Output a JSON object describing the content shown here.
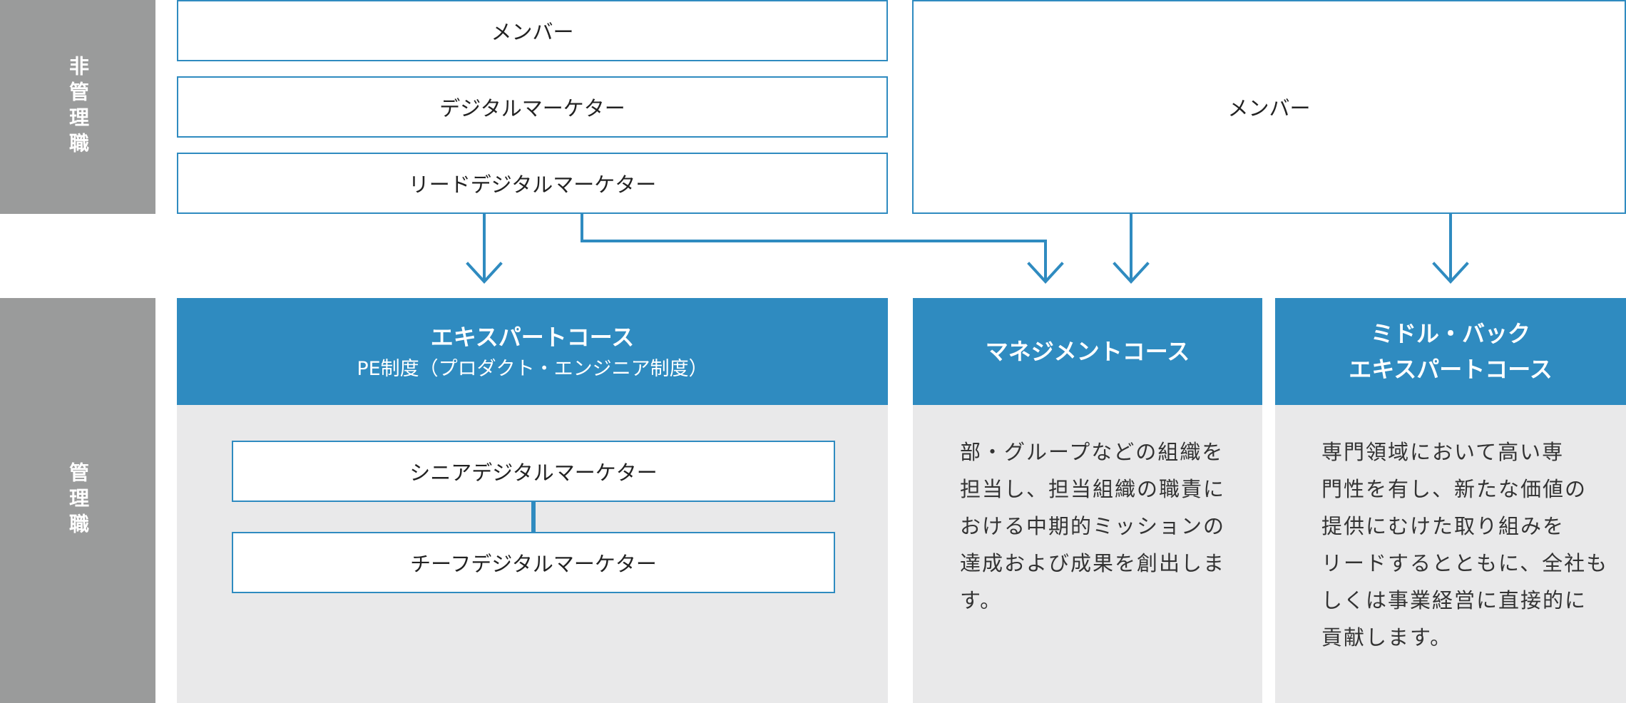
{
  "side_labels": {
    "non_manager": "非管理職",
    "manager": "管理職"
  },
  "non_manager_roles": {
    "member": "メンバー",
    "digital_marketer": "デジタルマーケター",
    "lead_digital_marketer": "リードデジタルマーケター",
    "member_right": "メンバー"
  },
  "expert_course": {
    "title": "エキスパートコース",
    "subtitle": "PE制度（プロダクト・エンジニア制度）",
    "roles": [
      "シニアデジタルマーケター",
      "チーフデジタルマーケター"
    ]
  },
  "management_course": {
    "title": "マネジメントコース",
    "description": "部・グループなどの組織を\n担当し、担当組織の職責に\nおける中期的ミッションの\n達成および成果を創出しま\nす。"
  },
  "middle_back_course": {
    "title_line1": "ミドル・バック",
    "title_line2": "エキスパートコース",
    "description": "専門領域において高い専\n門性を有し、新たな価値の\n提供にむけた取り組みを\nリードするとともに、全社も\nしくは事業経営に直接的に\n貢献します。"
  },
  "colors": {
    "accent": "#2f8bc0",
    "side_label_bg": "#9a9b9b",
    "panel_bg": "#e9e9ea"
  }
}
